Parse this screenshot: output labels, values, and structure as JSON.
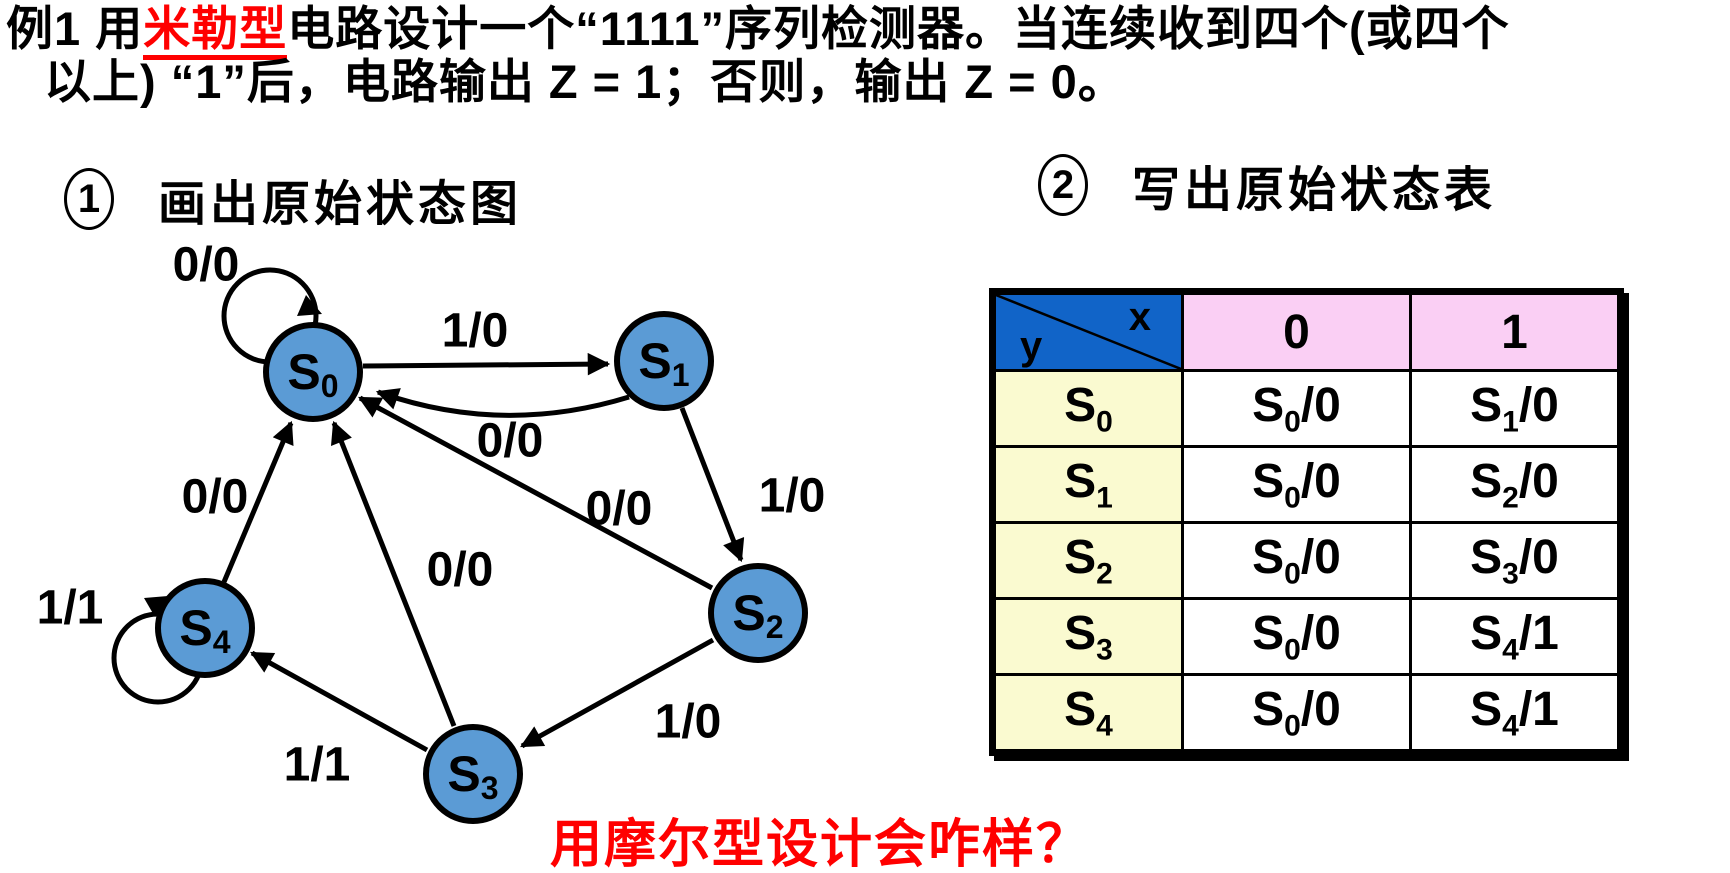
{
  "title": {
    "line1_pre": "例1  用",
    "line1_highlight": "米勒型",
    "line1_post": "电路设计一个“1111”序列检测器。当连续收到四个(或四个",
    "line2": "以上) “1”后，电路输出 Z = 1；否则，输出 Z = 0。"
  },
  "sections": [
    {
      "number": "1",
      "heading": "画出原始状态图"
    },
    {
      "number": "2",
      "heading": "写出原始状态表"
    }
  ],
  "diagram": {
    "nodes": [
      {
        "base": "S",
        "sub": "0"
      },
      {
        "base": "S",
        "sub": "1"
      },
      {
        "base": "S",
        "sub": "2"
      },
      {
        "base": "S",
        "sub": "3"
      },
      {
        "base": "S",
        "sub": "4"
      }
    ],
    "edges": [
      {
        "from": "S0",
        "to": "S0",
        "label": "0/0"
      },
      {
        "from": "S0",
        "to": "S1",
        "label": "1/0"
      },
      {
        "from": "S1",
        "to": "S0",
        "label": "0/0"
      },
      {
        "from": "S1",
        "to": "S2",
        "label": "1/0"
      },
      {
        "from": "S2",
        "to": "S0",
        "label": "0/0"
      },
      {
        "from": "S2",
        "to": "S3",
        "label": "1/0"
      },
      {
        "from": "S3",
        "to": "S0",
        "label": "0/0"
      },
      {
        "from": "S3",
        "to": "S4",
        "label": "1/1"
      },
      {
        "from": "S4",
        "to": "S0",
        "label": "0/0"
      },
      {
        "from": "S4",
        "to": "S4",
        "label": "1/1"
      }
    ]
  },
  "table": {
    "corner": {
      "x": "x",
      "y": "y"
    },
    "col_headers": [
      "0",
      "1"
    ],
    "rows": [
      {
        "state": [
          "S",
          "0"
        ],
        "c0": [
          "S",
          "0",
          "/0"
        ],
        "c1": [
          "S",
          "1",
          "/0"
        ]
      },
      {
        "state": [
          "S",
          "1"
        ],
        "c0": [
          "S",
          "0",
          "/0"
        ],
        "c1": [
          "S",
          "2",
          "/0"
        ]
      },
      {
        "state": [
          "S",
          "2"
        ],
        "c0": [
          "S",
          "0",
          "/0"
        ],
        "c1": [
          "S",
          "3",
          "/0"
        ]
      },
      {
        "state": [
          "S",
          "3"
        ],
        "c0": [
          "S",
          "0",
          "/0"
        ],
        "c1": [
          "S",
          "4",
          "/1"
        ]
      },
      {
        "state": [
          "S",
          "4"
        ],
        "c0": [
          "S",
          "0",
          "/0"
        ],
        "c1": [
          "S",
          "4",
          "/1"
        ]
      }
    ]
  },
  "note": {
    "text": "用摩尔型设计会咋样？"
  },
  "colors": {
    "node_fill": "#5B9BD5",
    "corner_blue": "#1164C8",
    "header_pink": "#FACFF4",
    "row_yellow": "#FAFAD0",
    "highlight": "#FF0000"
  }
}
